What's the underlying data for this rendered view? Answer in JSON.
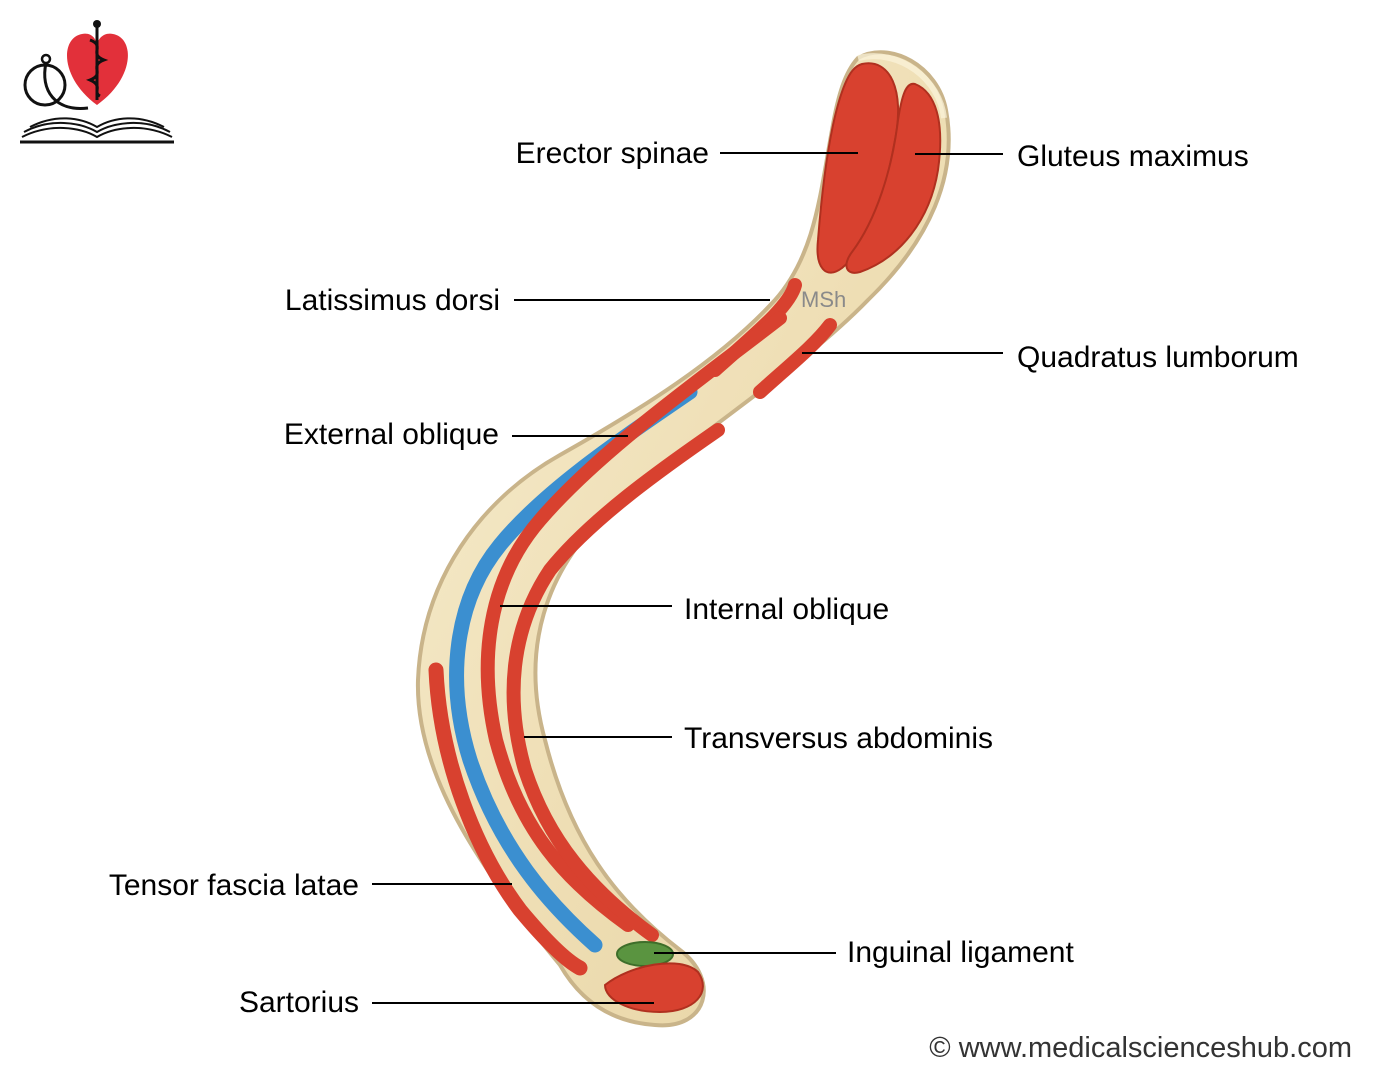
{
  "labels": {
    "erector_spinae": "Erector spinae",
    "gluteus_maximus": "Gluteus maximus",
    "latissimus_dorsi": "Latissimus dorsi",
    "quadratus_lumborum": "Quadratus lumborum",
    "external_oblique": "External oblique",
    "internal_oblique": "Internal oblique",
    "transversus_abdominis": "Transversus abdominis",
    "tensor_fascia_latae": "Tensor fascia latae",
    "inguinal_ligament": "Inguinal ligament",
    "sartorius": "Sartorius"
  },
  "watermark": "MSh",
  "copyright": "© www.medicalscienceshub.com",
  "colors": {
    "muscle_red": "#d8412f",
    "external_oblique_blue": "#3b8fd0",
    "ligament_green": "#5a9440",
    "bone_beige": "#f1e3bf",
    "bone_outline": "#c9b48a",
    "logo_heart_red": "#e2303a"
  },
  "logo": {
    "icon": "heart-stethoscope-book-logo"
  }
}
